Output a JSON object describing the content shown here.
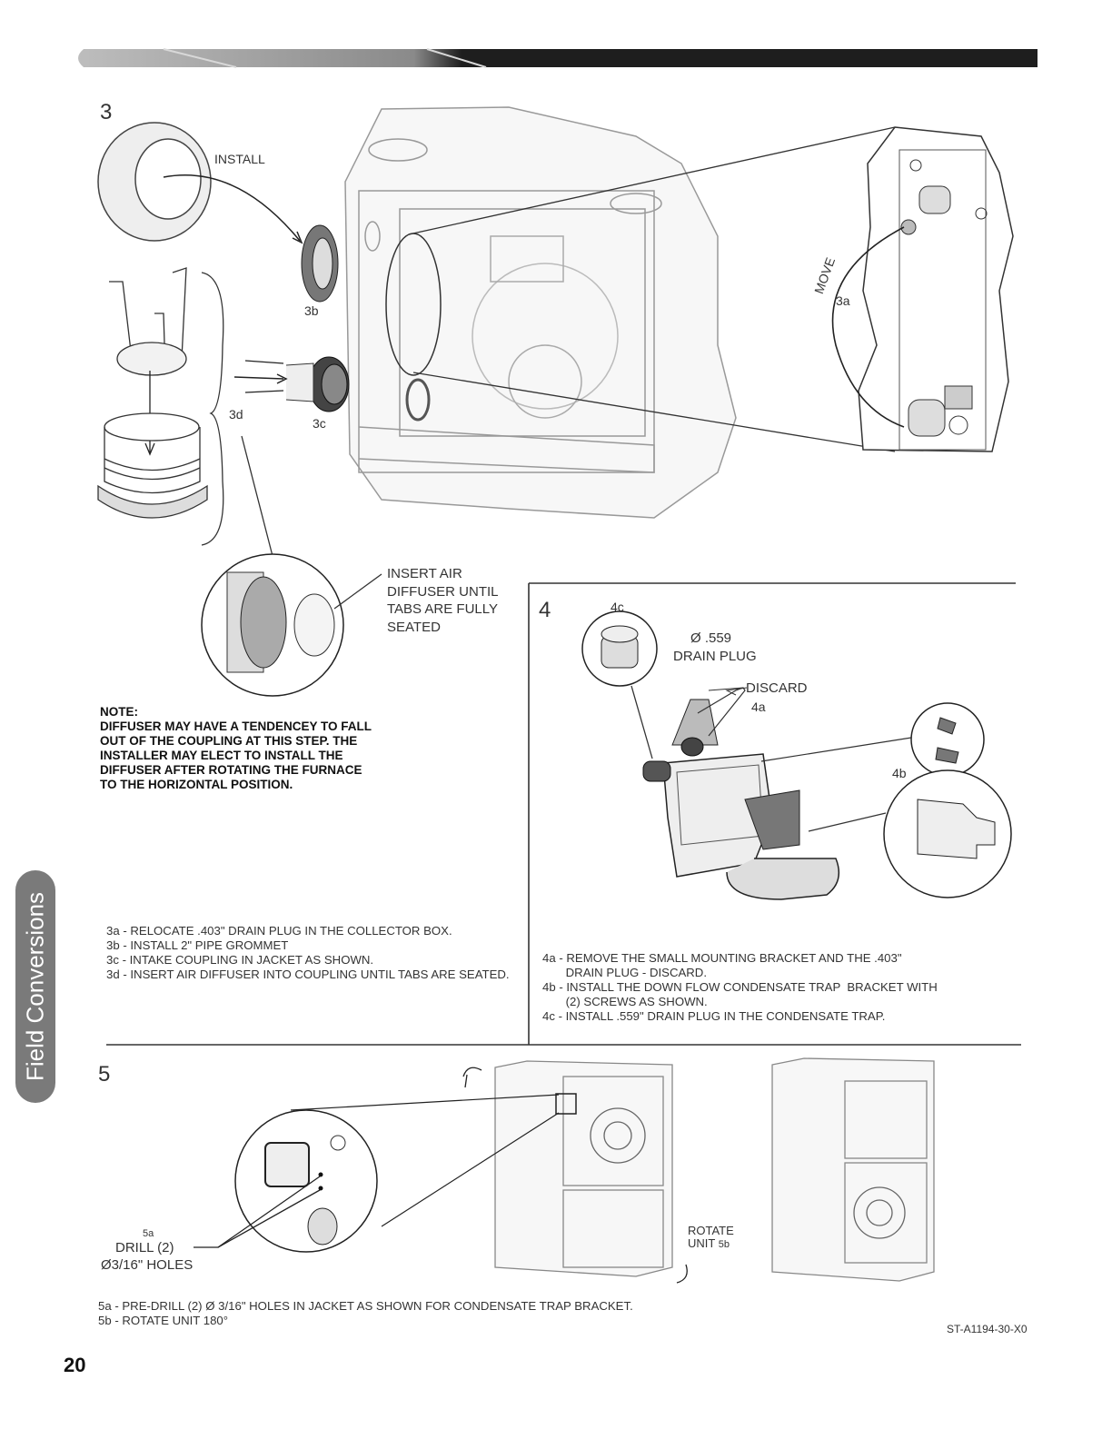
{
  "side_tab": {
    "label": "Field Conversions"
  },
  "page_number": "20",
  "doc_code": "ST-A1194-30-X0",
  "step3": {
    "number": "3",
    "labels": {
      "install": "INSTALL",
      "b": "3b",
      "c": "3c",
      "d": "3d",
      "a": "3a",
      "move": "MOVE"
    },
    "insert_note": [
      "INSERT AIR",
      "DIFFUSER UNTIL",
      "TABS ARE FULLY",
      "SEATED"
    ],
    "note_title": "NOTE:",
    "note_lines": [
      "DIFFUSER MAY HAVE A TENDENCEY TO FALL",
      "OUT OF THE COUPLING AT THIS STEP. THE",
      "INSTALLER MAY ELECT TO INSTALL THE",
      "DIFFUSER AFTER ROTATING THE FURNACE",
      "TO THE HORIZONTAL POSITION."
    ],
    "instructions": [
      "3a - RELOCATE .403\" DRAIN PLUG IN THE COLLECTOR BOX.",
      "3b - INSTALL 2\" PIPE GROMMET",
      "3c - INTAKE COUPLING IN JACKET AS SHOWN.",
      "3d - INSERT AIR DIFFUSER INTO COUPLING UNTIL TABS ARE SEATED."
    ]
  },
  "step4": {
    "number": "4",
    "labels": {
      "c": "4c",
      "dia": "Ø .559",
      "drain_plug": "DRAIN PLUG",
      "discard": "DISCARD",
      "a": "4a",
      "b": "4b"
    },
    "instructions": [
      "4a - REMOVE THE SMALL MOUNTING BRACKET AND THE .403\"",
      "       DRAIN PLUG - DISCARD.",
      "4b - INSTALL THE DOWN FLOW CONDENSATE TRAP  BRACKET WITH",
      "       (2) SCREWS AS SHOWN.",
      "4c - INSTALL .559\" DRAIN PLUG IN THE CONDENSATE TRAP."
    ]
  },
  "step5": {
    "number": "5",
    "labels": {
      "a": "5a",
      "drill": "DRILL (2)",
      "holes": "Ø3/16\" HOLES",
      "rotate": "ROTATE",
      "unit": "UNIT",
      "b": "5b"
    },
    "instructions": [
      "5a - PRE-DRILL (2) Ø 3/16\" HOLES IN JACKET AS SHOWN FOR CONDENSATE TRAP BRACKET.",
      "5b - ROTATE UNIT 180°"
    ]
  }
}
